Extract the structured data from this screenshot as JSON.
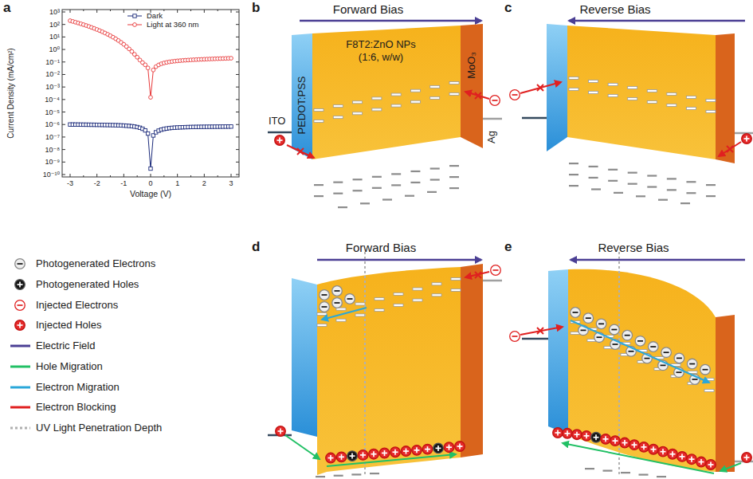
{
  "diagram": {
    "nodes": [
      {
        "text": [
          "PEDOT:PSS"
        ]
      },
      {
        "text": [
          "F8T2:ZnO NPs (1:6, w/w)"
        ]
      },
      {
        "text": [
          "MoO₃"
        ]
      }
    ],
    "labels": [
      "a",
      "b",
      "c",
      "d",
      "e",
      "10³",
      "10²",
      "10¹",
      "10⁰",
      "10⁻¹",
      "10⁻²",
      "10⁻³",
      "10⁻⁴",
      "10⁻⁵",
      "10⁻⁶",
      "10⁻⁷",
      "10⁻⁸",
      "10⁻⁹",
      "10⁻¹⁰",
      "-3",
      "-2",
      "-1",
      "0",
      "1",
      "2",
      "3",
      "Current Density (mA/cm²)",
      "Voltage (V)",
      "Forward Bias",
      "Reverse Bias",
      "Forward Bias",
      "Reverse Bias",
      "ITO",
      "Ag"
    ],
    "legend": [
      {
        "text": "Dark"
      },
      {
        "text": "Light at 360 nm"
      },
      {
        "text": "Photogenerated Electrons"
      },
      {
        "text": "Photogenerated Holes"
      },
      {
        "text": "Injected Electrons"
      },
      {
        "text": "Injected Holes"
      },
      {
        "text": "Electric Field"
      },
      {
        "text": "Hole Migration"
      },
      {
        "text": "Electron Migration"
      },
      {
        "text": "Electron Blocking"
      },
      {
        "text": "UV Light Penetration Depth"
      }
    ]
  }
}
